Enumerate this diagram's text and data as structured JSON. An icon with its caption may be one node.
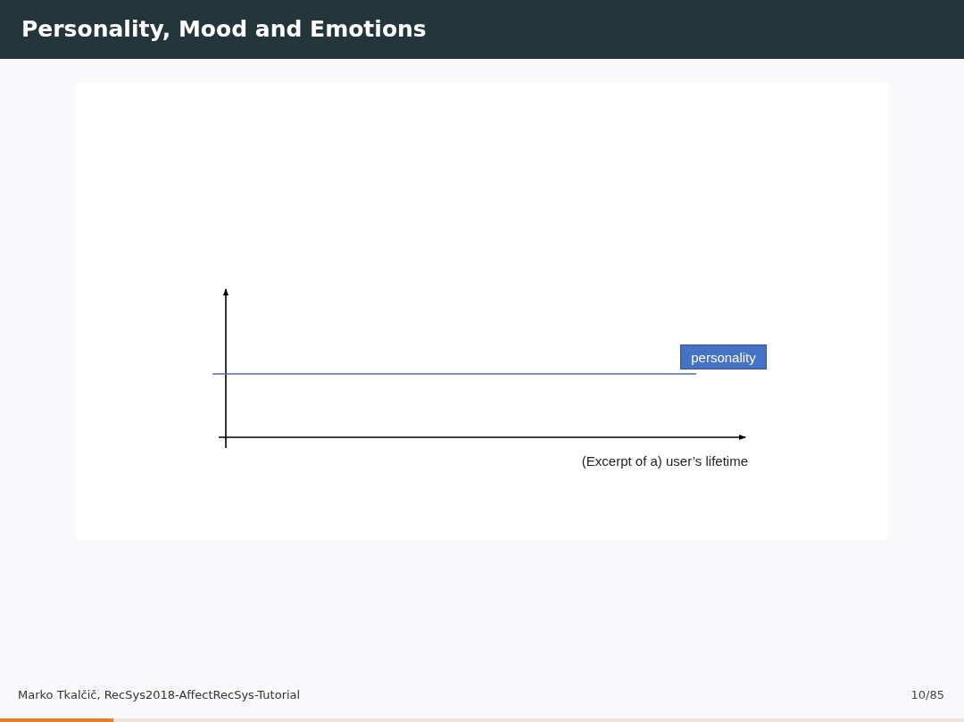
{
  "diagram": {
    "title": "Personality, Mood and Emotions",
    "nodes": [
      {
        "text": [
          "personality"
        ]
      }
    ],
    "labels": [
      "(Excerpt of a) user’s lifetime",
      "Marko Tkalčič, RecSys2018-AffectRecSys-Tutorial",
      "10/85"
    ]
  }
}
